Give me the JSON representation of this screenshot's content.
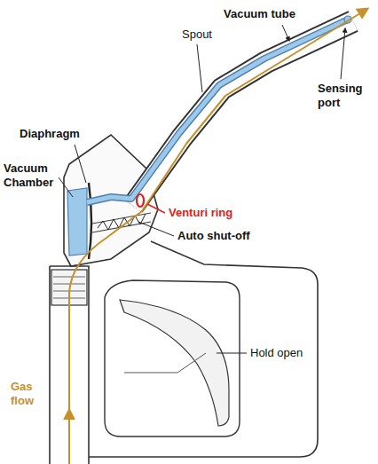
{
  "diagram": {
    "labels": [
      "Vacuum tube",
      "Spout",
      "Sensing port",
      "Diaphragm",
      "Vacuum Chamber",
      "Venturi ring",
      "Auto shut-off",
      "Hold open",
      "Gas flow"
    ]
  }
}
